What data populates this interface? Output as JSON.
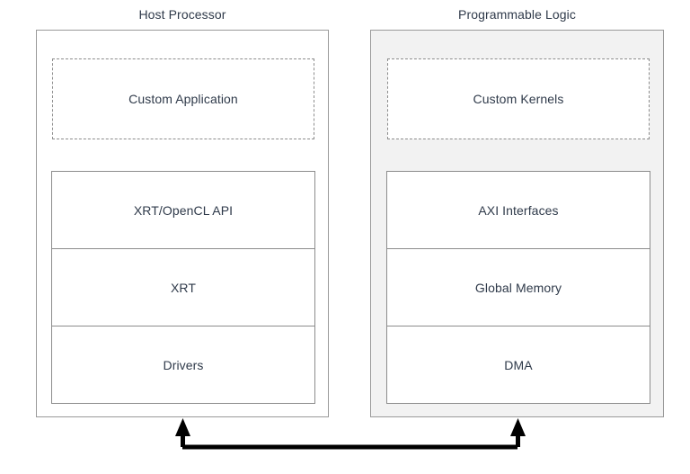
{
  "diagram": {
    "title_left": "Host Processor",
    "title_right": "Programmable Logic",
    "colors": {
      "panel_border": "#9a9a9a",
      "box_border": "#8c8c8c",
      "logic_panel_fill": "#f2f2f2",
      "host_panel_fill": "#ffffff",
      "text": "#2f3a4a",
      "connector": "#000000",
      "background": "#ffffff"
    },
    "columns": [
      {
        "name": "host-processor",
        "title": "Host Processor",
        "dashed_box": "Custom Application",
        "stack": [
          "XRT/OpenCL API",
          "XRT",
          "Drivers"
        ]
      },
      {
        "name": "programmable-logic",
        "title": "Programmable Logic",
        "dashed_box": "Custom Kernels",
        "stack": [
          "AXI Interfaces",
          "Global Memory",
          "DMA"
        ]
      }
    ],
    "connector": {
      "name": "bidirectional-link",
      "kind": "double-headed-arrow",
      "from": "host-processor",
      "to": "programmable-logic"
    }
  }
}
